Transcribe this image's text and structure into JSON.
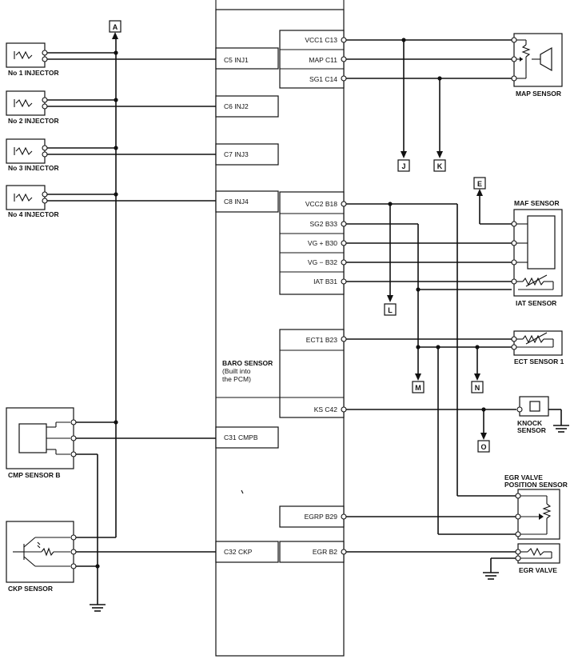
{
  "pcm": {
    "left_pins": {
      "inj1": "C5 INJ1",
      "inj2": "C6 INJ2",
      "inj3": "C7 INJ3",
      "inj4": "C8 INJ4",
      "cmpb": "C31 CMPB",
      "ckp": "C32 CKP"
    },
    "right_pins": {
      "vcc1": "VCC1 C13",
      "map": "MAP C11",
      "sg1": "SG1 C14",
      "vcc2": "VCC2 B18",
      "sg2": "SG2 B33",
      "vgp": "VG + B30",
      "vgm": "VG − B32",
      "iat": "IAT B31",
      "ect1": "ECT1 B23",
      "ks": "KS C42",
      "egrp": "EGRP B29",
      "egr": "EGR B2"
    },
    "baro": [
      "BARO SENSOR",
      "(Built into",
      "the PCM)"
    ]
  },
  "components": {
    "inj1": "No  1 INJECTOR",
    "inj2": "No  2 INJECTOR",
    "inj3": "No  3 INJECTOR",
    "inj4": "No  4 INJECTOR",
    "cmp": "CMP SENSOR B",
    "ckp": "CKP SENSOR",
    "map": "MAP SENSOR",
    "maf": "MAF SENSOR",
    "iat": "IAT SENSOR",
    "ect": "ECT SENSOR 1",
    "knock": [
      "KNOCK",
      "SENSOR"
    ],
    "egr_pos": [
      "EGR VALVE",
      "POSITION SENSOR"
    ],
    "egr_valve": "EGR VALVE"
  },
  "connectors": {
    "a": "A",
    "e": "E",
    "j": "J",
    "k": "K",
    "l": "L",
    "m": "M",
    "n": "N",
    "o": "O"
  }
}
